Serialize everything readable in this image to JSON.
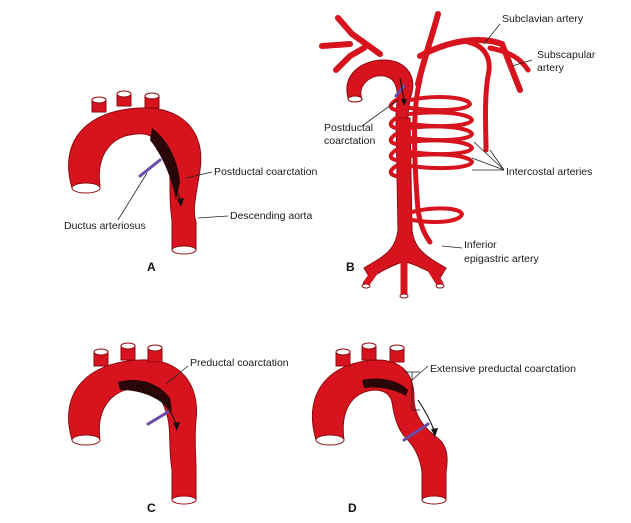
{
  "panels": {
    "a": {
      "letter": "A",
      "labels": {
        "postductal": "Postductal coarctation",
        "ductus": "Ductus arteriosus",
        "descending": "Descending aorta"
      }
    },
    "b": {
      "letter": "B",
      "labels": {
        "subclavian": "Subclavian artery",
        "subscapular_1": "Subscapular",
        "subscapular_2": "artery",
        "postductal_1": "Postductal",
        "postductal_2": "coarctation",
        "intercostal": "Intercostal arteries",
        "epigastric_1": "Inferior",
        "epigastric_2": "epigastric artery"
      }
    },
    "c": {
      "letter": "C",
      "labels": {
        "preductal": "Preductal coarctation"
      }
    },
    "d": {
      "letter": "D",
      "labels": {
        "extensive": "Extensive preductal coarctation"
      }
    }
  },
  "colors": {
    "vessel_red": "#d7141e",
    "vessel_outline": "#8e0a10",
    "ductus_purple": "#6a4aa8",
    "lumen_dark": "#2a0608"
  }
}
